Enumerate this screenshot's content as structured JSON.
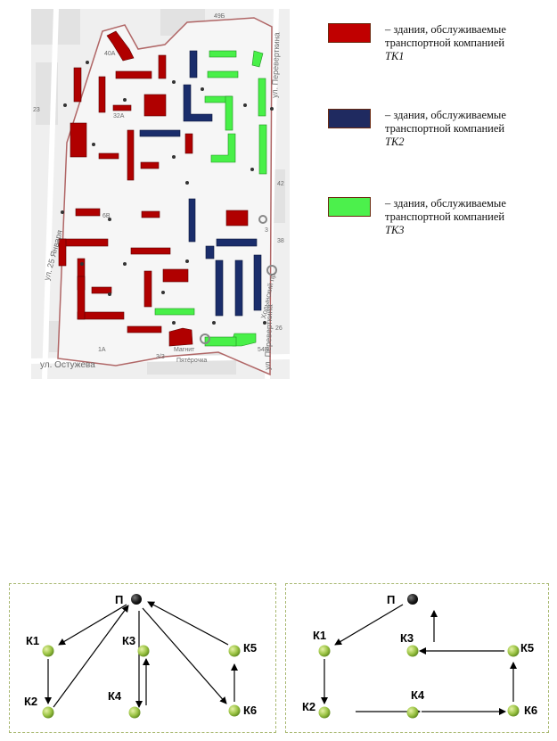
{
  "map": {
    "street_labels": [
      "ул. 25 Января",
      "ул. Остужева",
      "ул. Переверткина",
      "ул. Переверткина",
      "Ходынский пр."
    ],
    "poi_labels": [
      "Магнит",
      "Пятёрочка"
    ],
    "house_numbers": [
      "49Б",
      "40А",
      "32А",
      "23",
      "6В",
      "1А",
      "3/3",
      "54Б",
      "38",
      "42",
      "26",
      "3"
    ],
    "colors": {
      "tk1": "#b00000",
      "tk2": "#1a2d6b",
      "tk3": "#48f048"
    }
  },
  "legend": [
    {
      "color": "#c00000",
      "prefix": "– здания, обслуживаемые транспортной компанией",
      "company": "ТК1"
    },
    {
      "color": "#1f2a60",
      "prefix": "– здания, обслуживаемые транспортной компанией",
      "company": "ТК2"
    },
    {
      "color": "#4cf04c",
      "prefix": "– здания, обслуживаемые транспортной компанией",
      "company": "ТК3"
    }
  ],
  "diagrams": [
    {
      "nodes": [
        {
          "id": "P",
          "label": "П",
          "color": "black"
        },
        {
          "id": "K1",
          "label": "К1",
          "color": "green"
        },
        {
          "id": "K2",
          "label": "К2",
          "color": "green"
        },
        {
          "id": "K3",
          "label": "К3",
          "color": "green"
        },
        {
          "id": "K4",
          "label": "К4",
          "color": "green"
        },
        {
          "id": "K5",
          "label": "К5",
          "color": "green"
        },
        {
          "id": "K6",
          "label": "К6",
          "color": "green"
        }
      ],
      "edges": [
        {
          "from": "P",
          "to": "K1"
        },
        {
          "from": "K1",
          "to": "K2"
        },
        {
          "from": "K2",
          "to": "P"
        },
        {
          "from": "P",
          "to": "K4"
        },
        {
          "from": "K4",
          "to": "P"
        },
        {
          "from": "P",
          "to": "K6"
        },
        {
          "from": "K6",
          "to": "K5"
        },
        {
          "from": "K5",
          "to": "P"
        }
      ]
    },
    {
      "nodes": [
        {
          "id": "P",
          "label": "П",
          "color": "black"
        },
        {
          "id": "K1",
          "label": "К1",
          "color": "green"
        },
        {
          "id": "K2",
          "label": "К2",
          "color": "green"
        },
        {
          "id": "K3",
          "label": "К3",
          "color": "green"
        },
        {
          "id": "K4",
          "label": "К4",
          "color": "green"
        },
        {
          "id": "K5",
          "label": "К5",
          "color": "green"
        },
        {
          "id": "K6",
          "label": "К6",
          "color": "green"
        }
      ],
      "edges": [
        {
          "from": "P",
          "to": "K1"
        },
        {
          "from": "K1",
          "to": "K2"
        },
        {
          "from": "K2",
          "to": "K4"
        },
        {
          "from": "K4",
          "to": "K6"
        },
        {
          "from": "K6",
          "to": "K5"
        },
        {
          "from": "K5",
          "to": "K3"
        },
        {
          "from": "K3",
          "to": "P"
        }
      ]
    }
  ]
}
